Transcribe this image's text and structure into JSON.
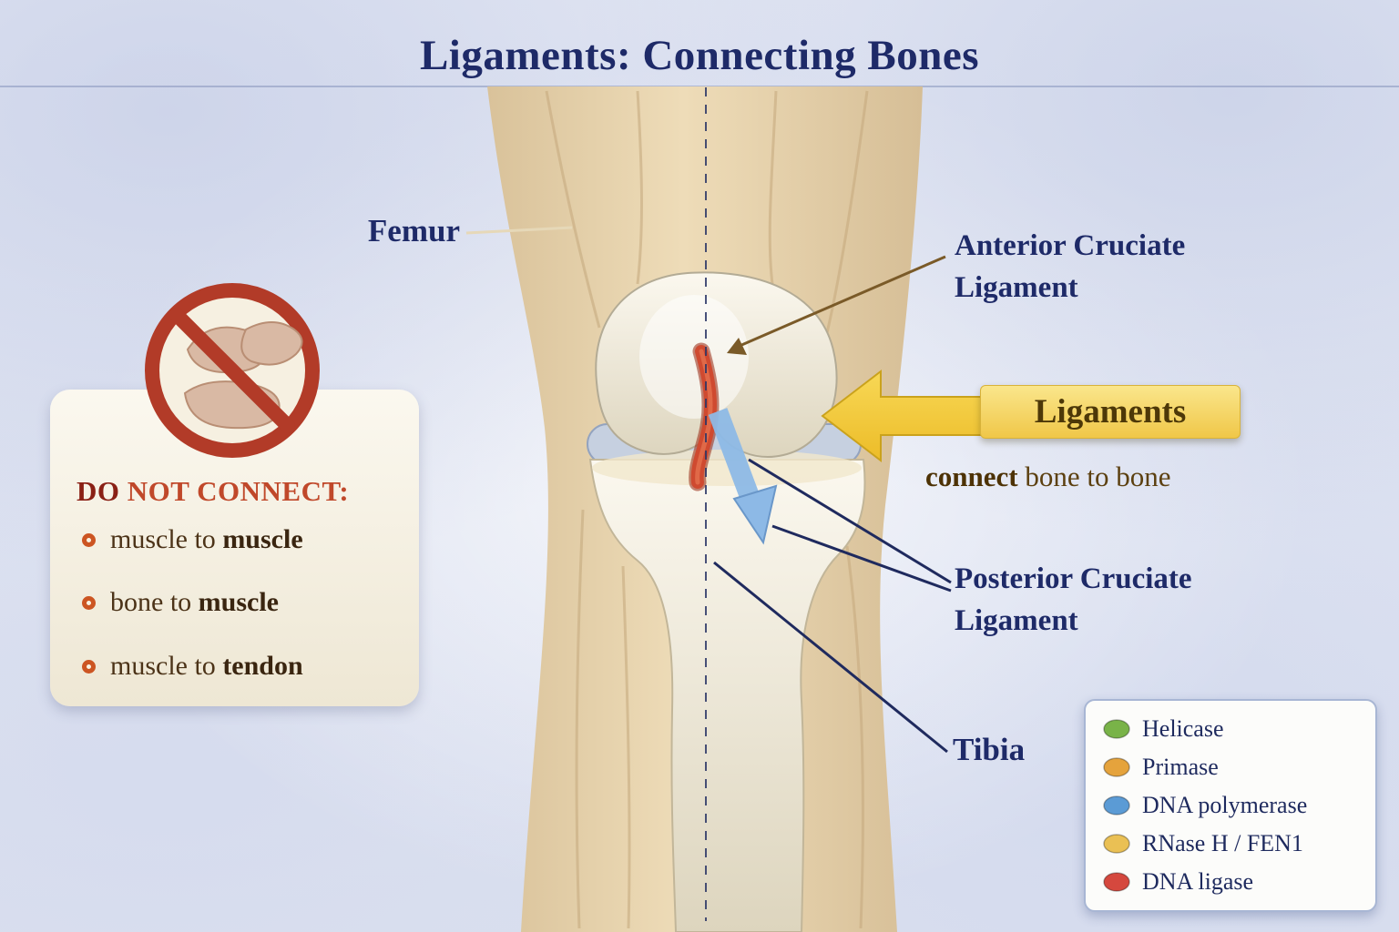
{
  "title": "Ligaments: Connecting Bones",
  "labels": {
    "femur": "Femur",
    "acl_line1": "Anterior Cruciate",
    "acl_line2": "Ligament",
    "pcl_line1": "Posterior Cruciate",
    "pcl_line2": "Ligament",
    "tibia": "Tibia"
  },
  "callout": {
    "box_label": "Ligaments",
    "caption_bold": "connect",
    "caption_rest": " bone to bone"
  },
  "do_not_connect": {
    "heading_bold": "DO",
    "heading_rest": " NOT CONNECT:",
    "items": [
      {
        "prefix": "muscle to ",
        "bold": "muscle"
      },
      {
        "prefix": "bone to ",
        "bold": "muscle"
      },
      {
        "prefix": "muscle to ",
        "bold": "tendon"
      }
    ]
  },
  "legend": {
    "items": [
      {
        "label": "Helicase",
        "color": "#79b348"
      },
      {
        "label": "Primase",
        "color": "#e5a33c"
      },
      {
        "label": "DNA polymerase",
        "color": "#5b9bd5"
      },
      {
        "label": "RNase H / FEN1",
        "color": "#eac054"
      },
      {
        "label": "DNA ligase",
        "color": "#d5483e"
      }
    ]
  },
  "colors": {
    "title_navy": "#1e2a68",
    "ligament_box_yellow": "#f2c94c",
    "prohibition_red": "#b23b28",
    "acl_red": "#cf4a30",
    "pcl_blue": "#8db9e6",
    "bone_tan": "#e8d7b2"
  }
}
